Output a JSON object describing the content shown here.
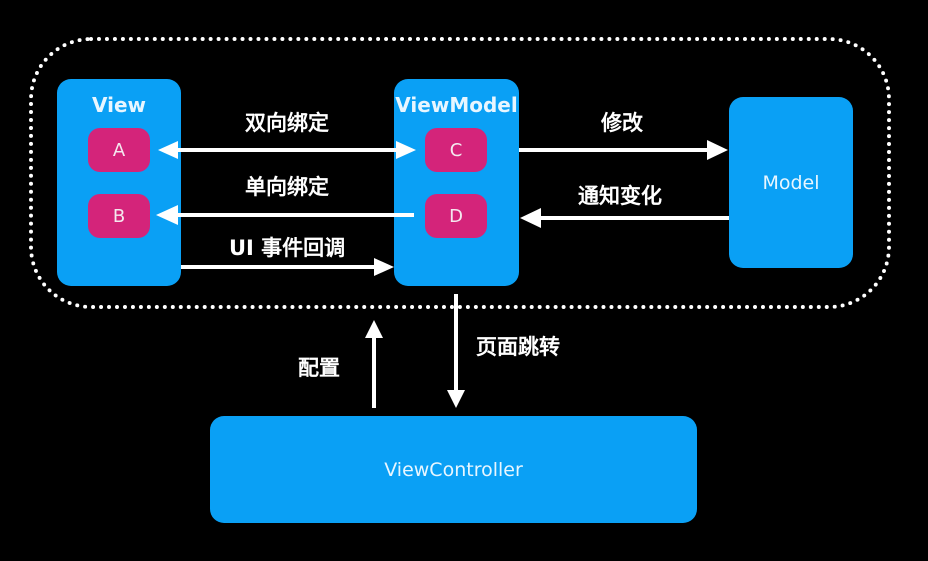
{
  "boundary": {
    "style": "dotted",
    "color": "#ffffff"
  },
  "colors": {
    "box": "#0aa0f5",
    "chip": "#d4247a",
    "arrow": "#ffffff",
    "background": "#000000"
  },
  "view": {
    "title": "View",
    "chips": [
      "A",
      "B"
    ]
  },
  "viewmodel": {
    "title": "ViewModel",
    "chips": [
      "C",
      "D"
    ]
  },
  "model": {
    "title": "Model"
  },
  "viewcontroller": {
    "title": "ViewController"
  },
  "edges": {
    "two_way_binding": "双向绑定",
    "one_way_binding": "单向绑定",
    "ui_event_callback": "UI 事件回调",
    "modify": "修改",
    "notify_change": "通知变化",
    "configure": "配置",
    "page_navigation": "页面跳转"
  }
}
